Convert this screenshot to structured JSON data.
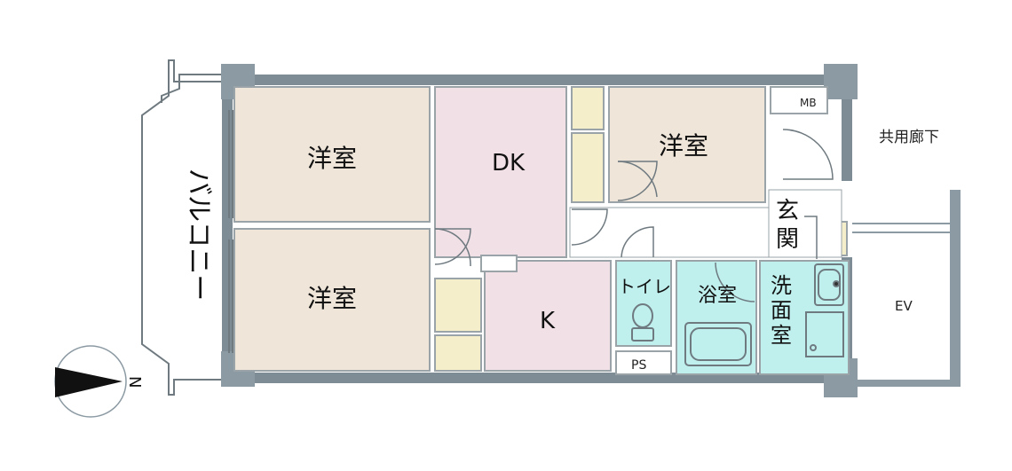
{
  "rooms": {
    "western_room_top_left": "洋室",
    "western_room_bottom_left": "洋室",
    "dining_kitchen": "DK",
    "kitchen": "K",
    "western_room_right": "洋室",
    "entrance": "玄関",
    "toilet": "トイレ",
    "bathroom": "浴室",
    "washroom": "洗面室"
  },
  "labels": {
    "balcony": "バルコニー",
    "meter_box": "MB",
    "pipe_space": "PS",
    "shared_corridor": "共用廊下",
    "elevator": "EV",
    "compass_north": "N"
  },
  "colors": {
    "wall": "#7e8c95",
    "western_room": "#efe5d9",
    "dk": "#f1e1e6",
    "storage": "#f4eecb",
    "wet_area": "#bff0ee",
    "hall": "#ffffff"
  }
}
